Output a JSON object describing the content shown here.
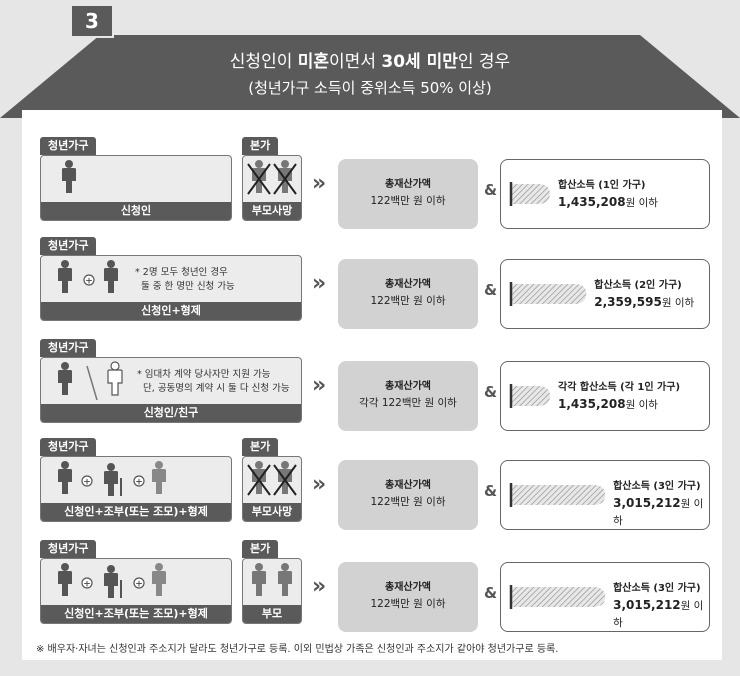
{
  "section_number": "3",
  "title": {
    "p1": "신청인이 ",
    "b1": "미혼",
    "p2": "이면서 ",
    "b2": "30세 미만",
    "p3": "인 경우"
  },
  "subtitle": "(청년가구 소득이 중위소득 50% 이상)",
  "chevron": "»",
  "amp": "&",
  "rows": [
    {
      "youth_tag": "청년가구",
      "youth_label": "신청인",
      "note": "",
      "parent_tag": "본가",
      "parent_label": "부모사망",
      "asset_title": "총재산가액",
      "asset_value": "122백만 원 이하",
      "income_title": "합산소득 (1인 가구)",
      "income_amount": "1,435,208",
      "income_suffix": "원 이하",
      "income_level": 0.2
    },
    {
      "youth_tag": "청년가구",
      "youth_label": "신청인+형제",
      "note": "* 2명 모두 청년인 경우\n  둘 중 한 명만 신청 가능",
      "parent_tag": "",
      "parent_label": "",
      "asset_title": "총재산가액",
      "asset_value": "122백만 원 이하",
      "income_title": "합산소득 (2인 가구)",
      "income_amount": "2,359,595",
      "income_suffix": "원 이하",
      "income_level": 0.45
    },
    {
      "youth_tag": "청년가구",
      "youth_label": "신청인/친구",
      "note": "* 임대차 계약 당사자만 지원 가능\n  단, 공동명의 계약 시 둘 다 신청 가능",
      "parent_tag": "",
      "parent_label": "",
      "asset_title": "총재산가액",
      "asset_value": "각각 122백만 원 이하",
      "income_title": "각각 합산소득 (각 1인 가구)",
      "income_amount": "1,435,208",
      "income_suffix": "원 이하",
      "income_level": 0.2
    },
    {
      "youth_tag": "청년가구",
      "youth_label": "신청인+조부(또는 조모)+형제",
      "note": "",
      "parent_tag": "본가",
      "parent_label": "부모사망",
      "asset_title": "총재산가액",
      "asset_value": "122백만 원 이하",
      "income_title": "합산소득 (3인 가구)",
      "income_amount": "3,015,212",
      "income_suffix": "원 이하",
      "income_level": 0.58
    },
    {
      "youth_tag": "청년가구",
      "youth_label": "신청인+조부(또는 조모)+형제",
      "note": "",
      "parent_tag": "본가",
      "parent_label": "부모",
      "asset_title": "총재산가액",
      "asset_value": "122백만 원 이하",
      "income_title": "합산소득 (3인 가구)",
      "income_amount": "3,015,212",
      "income_suffix": "원 이하",
      "income_level": 0.58
    }
  ],
  "footnote": "※ 배우자·자녀는 신청인과 주소지가 달라도 청년가구로 등록. 이외 민법상 가족은 신청인과 주소지가 같아야 청년가구로 등록.",
  "colors": {
    "roof": "#5a5a5a",
    "background": "#e6e6e6",
    "box_fill": "#ececec",
    "asset_fill": "#d2d2d2"
  }
}
